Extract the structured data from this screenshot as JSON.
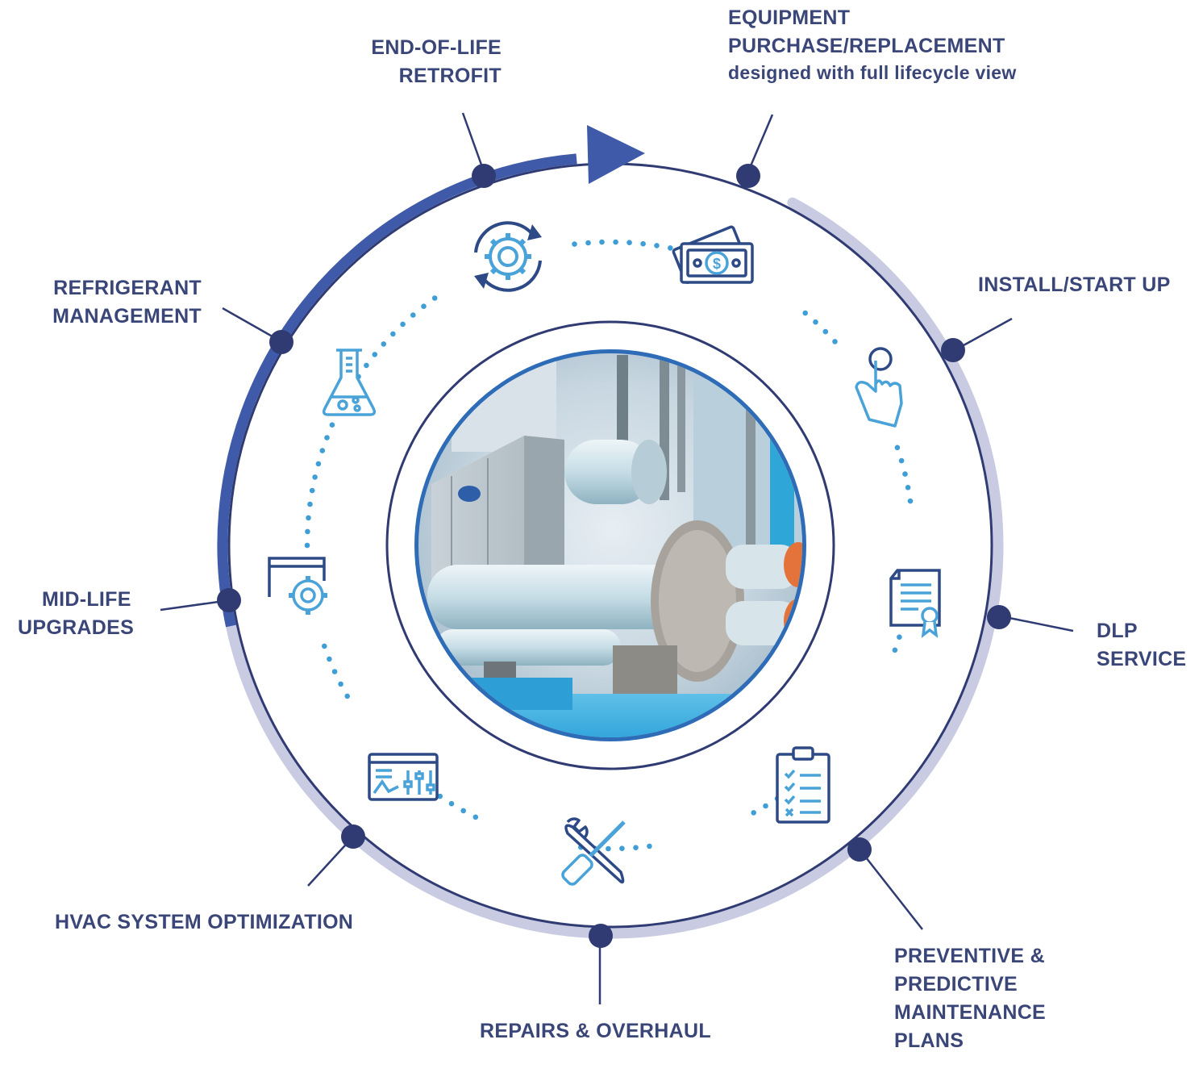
{
  "colors": {
    "navy": "#3a4578",
    "ring_blue": "#3f5aa8",
    "ring_light": "#c9cbe2",
    "node": "#2f3b72",
    "icon_blue": "#4aa3d8",
    "icon_navy": "#2d4a86",
    "dots": "#3f9ed6"
  },
  "labels": {
    "end_of_life": [
      "END-OF-LIFE",
      "RETROFIT"
    ],
    "equipment": [
      "EQUIPMENT",
      "PURCHASE/REPLACEMENT"
    ],
    "equipment_sub": "designed with full lifecycle view",
    "install": "INSTALL/START UP",
    "dlp": [
      "DLP",
      "SERVICE"
    ],
    "preventive": [
      "PREVENTIVE &",
      "PREDICTIVE",
      "MAINTENANCE",
      "PLANS"
    ],
    "repairs": "REPAIRS & OVERHAUL",
    "hvac": "HVAC SYSTEM OPTIMIZATION",
    "mid_life": [
      "MID-LIFE",
      "UPGRADES"
    ],
    "refrigerant": [
      "REFRIGERANT",
      "MANAGEMENT"
    ]
  },
  "icons": {
    "end_of_life": "gear-cycle-icon",
    "equipment": "money-icon",
    "install": "pointing-hand-icon",
    "dlp": "certificate-document-icon",
    "preventive": "checklist-clipboard-icon",
    "repairs": "wrench-screwdriver-icon",
    "hvac": "control-dashboard-icon",
    "mid_life": "settings-window-icon",
    "refrigerant": "flask-icon",
    "center": "chiller-equipment-photo"
  }
}
